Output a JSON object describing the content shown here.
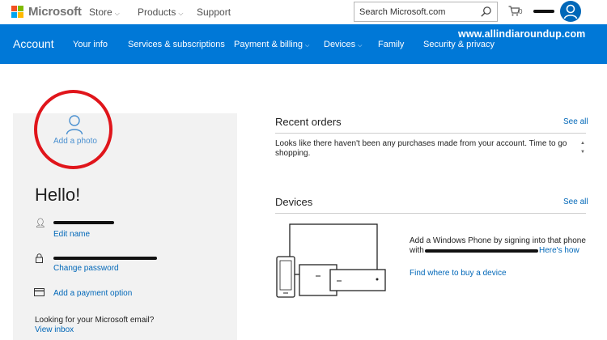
{
  "topbar": {
    "brand": "Microsoft",
    "nav": [
      {
        "label": "Store",
        "has_dropdown": true
      },
      {
        "label": "Products",
        "has_dropdown": true
      },
      {
        "label": "Support",
        "has_dropdown": false
      }
    ],
    "search_placeholder": "Search Microsoft.com",
    "cart_count": "0"
  },
  "accountnav": {
    "title": "Account",
    "items": [
      {
        "label": "Your info"
      },
      {
        "label": "Services & subscriptions"
      },
      {
        "label": "Payment & billing",
        "has_dropdown": true
      },
      {
        "label": "Devices",
        "has_dropdown": true
      },
      {
        "label": "Family"
      },
      {
        "label": "Security & privacy"
      }
    ],
    "watermark": "www.allindiaroundup.com"
  },
  "profile": {
    "add_photo": "Add a photo",
    "greeting": "Hello!",
    "edit_name": "Edit name",
    "change_password": "Change password",
    "add_payment": "Add a payment option",
    "email_question": "Looking for your Microsoft email?",
    "view_inbox": "View inbox"
  },
  "orders": {
    "title": "Recent orders",
    "see_all": "See all",
    "message_line1": "Looks like there haven't been any purchases made from your account. Time to go",
    "message_line2": "shopping."
  },
  "devices": {
    "title": "Devices",
    "see_all": "See all",
    "add_phone_line1": "Add a Windows Phone by signing into that phone",
    "add_phone_prefix": "with",
    "heres_how": "Here's how",
    "find_device": "Find where to buy a device"
  },
  "colors": {
    "brand_blue": "#0078d7",
    "link_blue": "#0067b8",
    "annotation_red": "#e0151b"
  }
}
